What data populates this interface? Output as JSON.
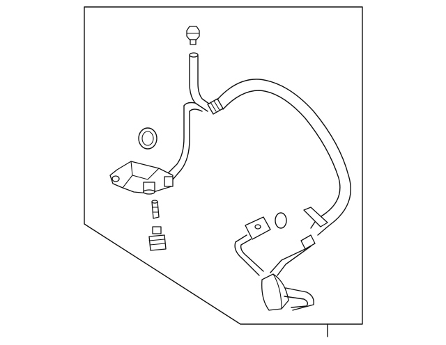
{
  "diagram": {
    "line_color": "#111111",
    "background": "#ffffff",
    "frame_shading": "#cfcfcf",
    "parts": [
      {
        "name": "pressure-switch",
        "icon": "pressure-switch-icon"
      },
      {
        "name": "o-ring-large",
        "icon": "o-ring-icon"
      },
      {
        "name": "ac-hose-assembly",
        "icon": "hose-icon"
      },
      {
        "name": "mounting-bracket",
        "icon": "bracket-icon"
      },
      {
        "name": "schrader-valve",
        "icon": "valve-icon"
      },
      {
        "name": "service-port-cap",
        "icon": "cap-icon"
      },
      {
        "name": "o-ring-small",
        "icon": "o-ring-icon"
      },
      {
        "name": "end-fitting-block",
        "icon": "fitting-icon"
      },
      {
        "name": "muffler-canister",
        "icon": "muffler-icon"
      }
    ]
  }
}
